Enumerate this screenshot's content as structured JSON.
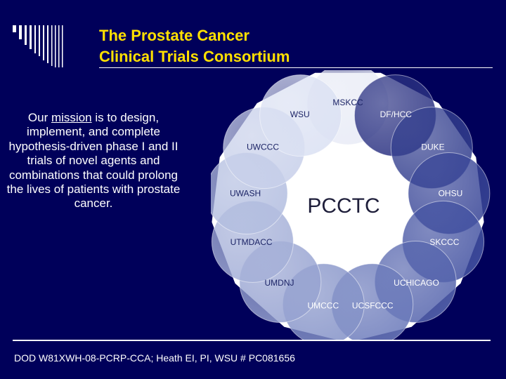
{
  "slide": {
    "title_line1": "The Prostate Cancer",
    "title_line2": "Clinical Trials Consortium",
    "mission_pre": "Our ",
    "mission_link": "mission",
    "mission_post": " is to design, implement, and complete hypothesis-driven phase I and II trials of novel agents and combinations that could prolong the lives of patients with prostate cancer.",
    "footer": "DOD W81XWH-08-PCRP-CCA; Heath EI, PI, WSU # PC081656"
  },
  "colors": {
    "background": "#00005a",
    "title": "#ffe000",
    "text": "#ffffff"
  },
  "diagram": {
    "center_label": "PCCTC",
    "nodes": [
      {
        "label": "MSKCC",
        "color": "#e8ebf6"
      },
      {
        "label": "DF/HCC",
        "color": "#2c3383"
      },
      {
        "label": "DUKE",
        "color": "#34408f"
      },
      {
        "label": "OHSU",
        "color": "#3a4798"
      },
      {
        "label": "SKCCC",
        "color": "#4453a2"
      },
      {
        "label": "UCHICAGO",
        "color": "#5766ae"
      },
      {
        "label": "UCSFCCC",
        "color": "#6c7bbb"
      },
      {
        "label": "UMCCC",
        "color": "#8593c8"
      },
      {
        "label": "UMDNJ",
        "color": "#97a3d1"
      },
      {
        "label": "UTMDACC",
        "color": "#a5b0d8"
      },
      {
        "label": "UWASH",
        "color": "#b3bee0"
      },
      {
        "label": "UWCCC",
        "color": "#c8d0ea"
      },
      {
        "label": "WSU",
        "color": "#dbe1f3"
      }
    ]
  }
}
